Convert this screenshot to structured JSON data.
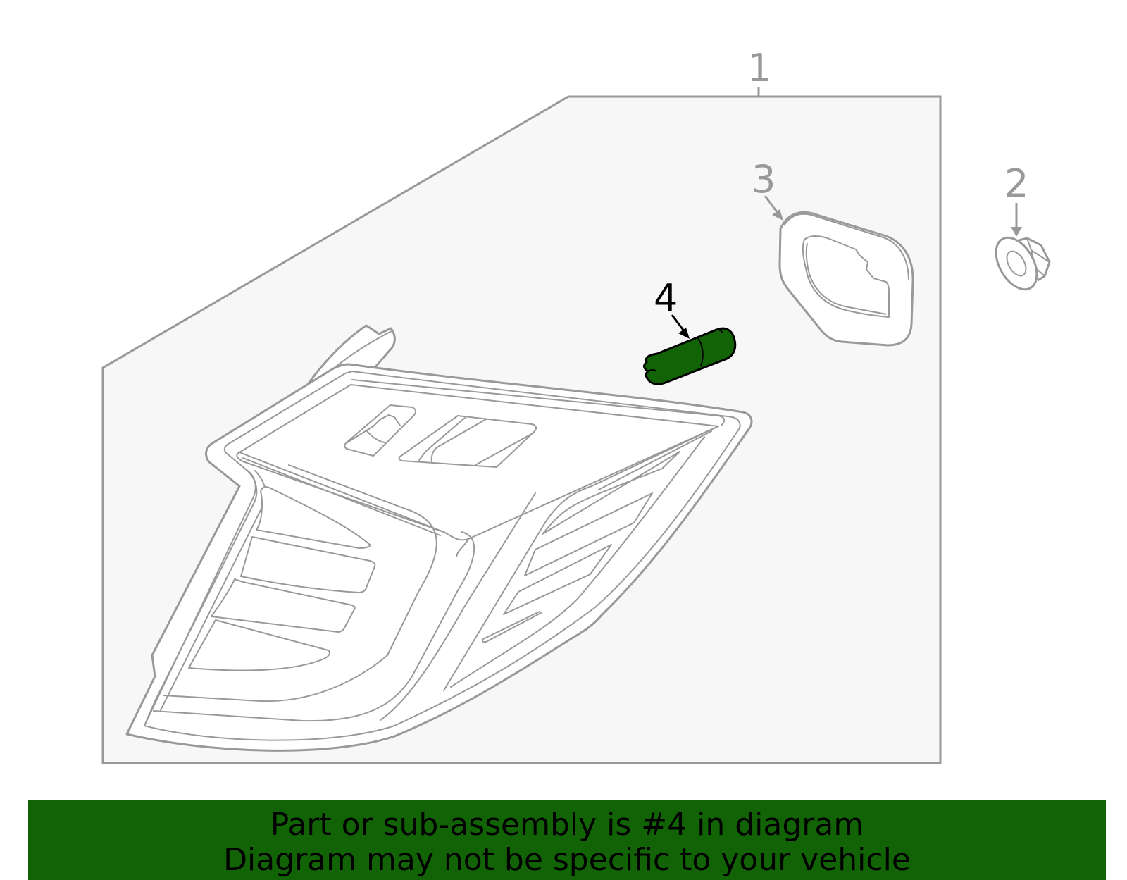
{
  "diagram": {
    "callouts": [
      {
        "id": "1",
        "label": "1",
        "part": "tail-lamp-assembly",
        "highlighted": false
      },
      {
        "id": "2",
        "label": "2",
        "part": "nut",
        "highlighted": false
      },
      {
        "id": "3",
        "label": "3",
        "part": "gasket",
        "highlighted": false
      },
      {
        "id": "4",
        "label": "4",
        "part": "bulb",
        "highlighted": true
      }
    ],
    "colors": {
      "line": "#999999",
      "panel_fill": "#f7f7f7",
      "highlight_fill": "#126306",
      "highlight_stroke": "#000000"
    }
  },
  "banner": {
    "line1": "Part or sub-assembly is #4 in diagram",
    "line2": "Diagram may not be specific to your vehicle",
    "background": "#126306"
  }
}
